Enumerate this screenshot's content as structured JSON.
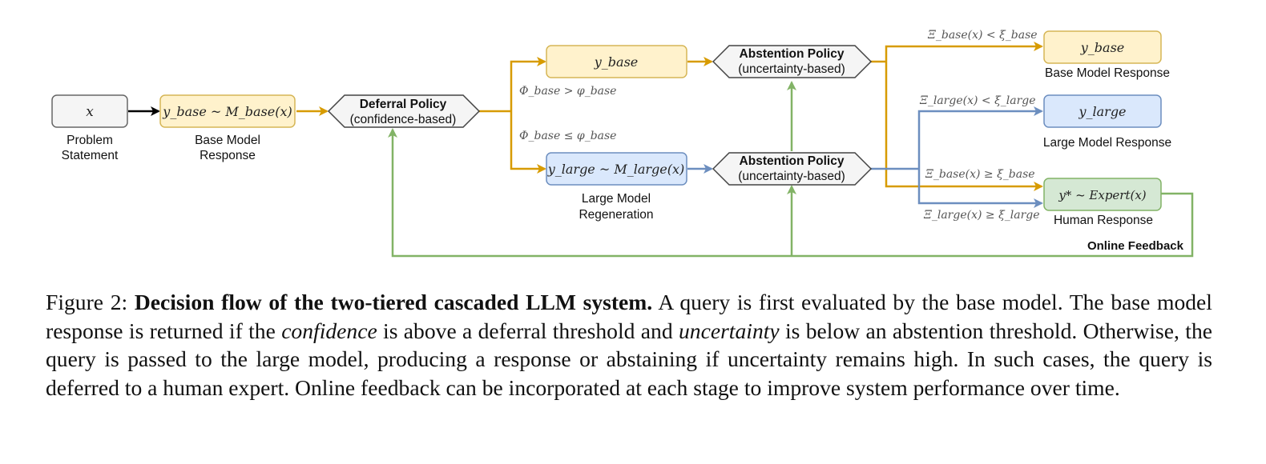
{
  "colors": {
    "orange": "#d79b00",
    "blue": "#6c8ebf",
    "green": "#82b366",
    "black": "#000000",
    "yellow_fill": "#fff2cc",
    "yellow_stroke": "#d6b656",
    "blue_fill": "#dae8fc",
    "green_fill": "#d5e8d4",
    "gray_fill": "#f5f5f5",
    "gray_stroke": "#666666"
  },
  "nodes": {
    "x_box": "x",
    "x_label_1": "Problem",
    "x_label_2": "Statement",
    "base_gen": "y_base ~ M_base(x)",
    "base_gen_label_1": "Base Model",
    "base_gen_label_2": "Response",
    "deferral_title": "Deferral Policy",
    "deferral_sub": "(confidence-based)",
    "ybase_mid": "y_base",
    "abst_top_title": "Abstention Policy",
    "abst_top_sub": "(uncertainty-based)",
    "large_gen": "y_large ~ M_large(x)",
    "large_gen_label_1": "Large Model",
    "large_gen_label_2": "Regeneration",
    "abst_bot_title": "Abstention Policy",
    "abst_bot_sub": "(uncertainty-based)",
    "ybase_out": "y_base",
    "ybase_out_label": "Base Model Response",
    "ylarge_out": "y_large",
    "ylarge_out_label": "Large Model Response",
    "expert_out": "y* ~ Expert(x)",
    "expert_out_label": "Human Response",
    "online_feedback": "Online Feedback"
  },
  "conditions": {
    "phi_gt": "Φ_base > φ_base",
    "phi_le": "Φ_base ≤ φ_base",
    "xi_base_lt": "Ξ_base(x) < ξ_base",
    "xi_large_lt": "Ξ_large(x) < ξ_large",
    "xi_base_ge": "Ξ_base(x) ≥ ξ_base",
    "xi_large_ge": "Ξ_large(x) ≥ ξ_large"
  },
  "caption": {
    "prefix": "Figure 2: ",
    "bold": "Decision flow of the two-tiered cascaded LLM system.",
    "t1": " A query is first evaluated by the base model. The base model response is returned if the ",
    "i1": "confidence",
    "t2": " is above a deferral threshold and ",
    "i2": "uncertainty",
    "t3": " is below an abstention threshold. Otherwise, the query is passed to the large model, producing a response or abstaining if uncertainty remains high. In such cases, the query is deferred to a human expert. Online feedback can be incorporated at each stage to improve system performance over time."
  }
}
